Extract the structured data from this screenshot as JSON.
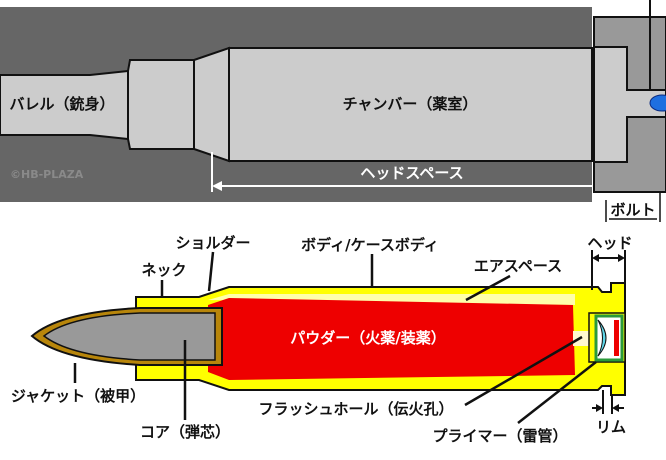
{
  "chamber_diagram": {
    "barrel_label": "バレル（銃身）",
    "chamber_label": "チャンバー（薬室）",
    "headspace_label": "ヘッドスペース",
    "bolt_label": "ボルト",
    "watermark": "©HB-PLAZA"
  },
  "cartridge_diagram": {
    "neck": "ネック",
    "shoulder": "ショルダー",
    "body": "ボディ/ケースボディ",
    "air_space": "エアスペース",
    "head": "ヘッド",
    "powder": "パウダー（火薬/装薬）",
    "jacket": "ジャケット（被甲）",
    "core": "コア（弾芯）",
    "flash_hole": "フラッシュホール（伝火孔）",
    "primer": "プライマー（雷管）",
    "rim": "リム"
  },
  "colors": {
    "receiver": "#666666",
    "bore": "#cccccc",
    "case": "#ffff00",
    "powder": "#ee0000",
    "jacket": "#b8860b",
    "core": "#999999",
    "firing_pin": "#1e6fe0"
  }
}
